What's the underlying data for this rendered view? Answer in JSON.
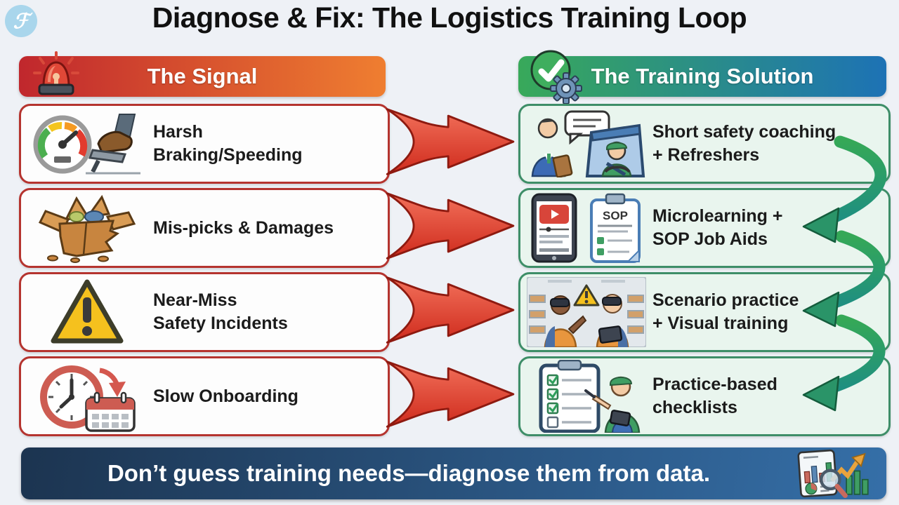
{
  "page": {
    "title": "Diagnose & Fix: The Logistics Training Loop"
  },
  "logo": {
    "letter": "ℱ",
    "bg_color": "#a9d6ec"
  },
  "columns": {
    "signal": {
      "label": "The Signal",
      "icon": "siren-icon",
      "gradient": [
        "#c0272d",
        "#ef7e30"
      ]
    },
    "solution": {
      "label": "The Training Solution",
      "icon": "check-gear-icon",
      "gradient": [
        "#38a95a",
        "#1d72b5"
      ]
    }
  },
  "rows": [
    {
      "signal": {
        "lines": [
          "Harsh",
          "Braking/Speeding"
        ],
        "icon": "speedometer-pedal-icon"
      },
      "solution": {
        "lines": [
          "Short safety coaching",
          "+ Refreshers"
        ],
        "icon": "coach-driver-icon"
      }
    },
    {
      "signal": {
        "lines": [
          "Mis-picks & Damages"
        ],
        "icon": "damaged-box-icon"
      },
      "solution": {
        "lines": [
          "Microlearning +",
          "SOP Job Aids"
        ],
        "icon": "phone-sop-icon"
      }
    },
    {
      "signal": {
        "lines": [
          "Near-Miss",
          "Safety Incidents"
        ],
        "icon": "warning-triangle-icon"
      },
      "solution": {
        "lines": [
          "Scenario practice",
          "+ Visual training"
        ],
        "icon": "vr-workers-icon"
      }
    },
    {
      "signal": {
        "lines": [
          "Slow Onboarding"
        ],
        "icon": "clock-calendar-icon"
      },
      "solution": {
        "lines": [
          "Practice-based",
          "checklists"
        ],
        "icon": "checklist-worker-icon"
      }
    }
  ],
  "icons": {
    "sop_label": "SOP"
  },
  "footer": {
    "text": "Don’t guess training needs—diagnose them from data.",
    "icon": "data-analysis-icon"
  },
  "colors": {
    "background": "#eef1f6",
    "signal_border": "#b5342f",
    "solution_border": "#3e8e68",
    "solution_card_bg": "#e9f5ee",
    "red_arrow": "#d92b1d",
    "loop_arrow_green": "#2f9e55",
    "loop_arrow_teal": "#1f8f80",
    "footer_bg_left": "#1c3450",
    "footer_bg_right": "#356fa8"
  }
}
